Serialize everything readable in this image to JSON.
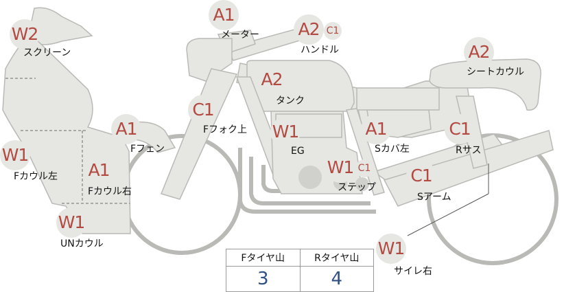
{
  "colors": {
    "part_fill": "#e6e6e2",
    "part_stroke": "#b9b9b5",
    "badge_text": "#b24a42",
    "value_text": "#2f4f85"
  },
  "badges": {
    "screen": "W2",
    "meter": "A1",
    "handle": "A2",
    "handle_sub": "C1",
    "seat_cowl": "A2",
    "tank": "A2",
    "ffork": "C1",
    "ffender": "A1",
    "engine": "W1",
    "side_cover": "A1",
    "rsus": "C1",
    "fcowl_left": "W1",
    "fcowl_right": "A1",
    "step": "W1",
    "step_sub": "C1",
    "swingarm": "C1",
    "under_cowl": "W1",
    "muffler_right": "W1"
  },
  "labels": {
    "screen": "スクリーン",
    "meter": "メーター",
    "handle": "ハンドル",
    "seat_cowl": "シートカウル",
    "tank": "タンク",
    "ffork": "Fフォク上",
    "ffender": "Fフェン",
    "engine": "EG",
    "side_cover": "Sカバ左",
    "rsus": "Rサス",
    "fcowl_left": "Fカウル左",
    "fcowl_right": "Fカウル右",
    "step": "ステップ",
    "swingarm": "Sアーム",
    "under_cowl": "UNカウル",
    "muffler_right": "サイレ右"
  },
  "tire_table": {
    "headers": [
      "Fタイヤ山",
      "Rタイヤ山"
    ],
    "values": [
      "3",
      "4"
    ]
  }
}
